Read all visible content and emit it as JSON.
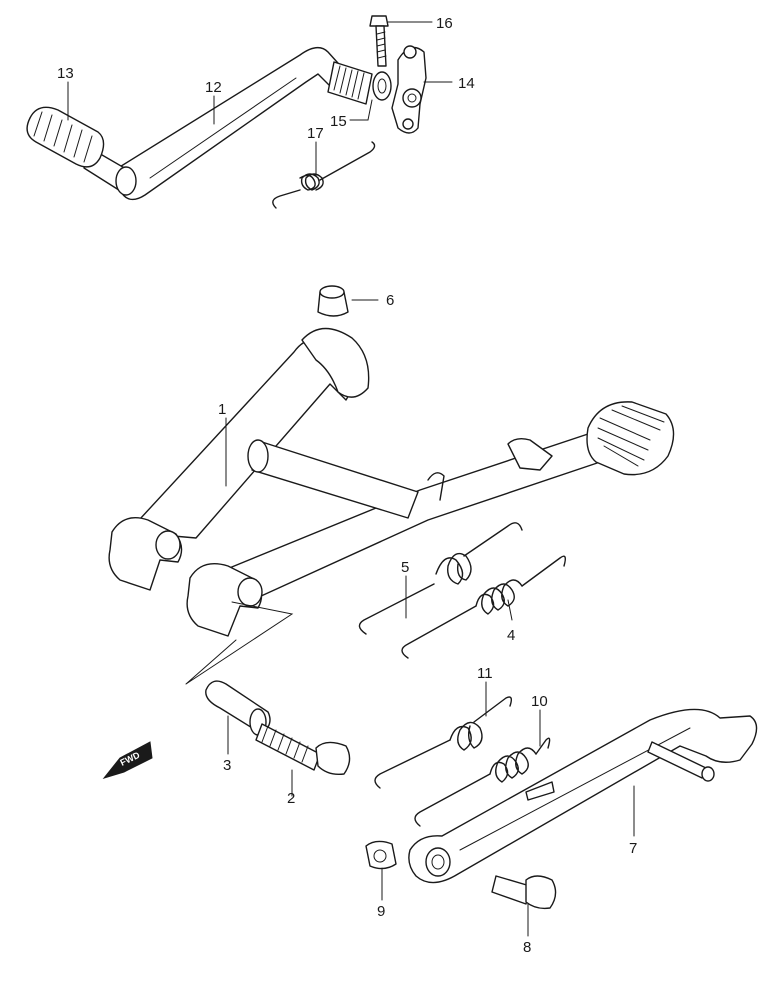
{
  "diagram": {
    "direction_marker": "FWD",
    "parts": [
      {
        "ref": "1"
      },
      {
        "ref": "2"
      },
      {
        "ref": "3"
      },
      {
        "ref": "4"
      },
      {
        "ref": "5"
      },
      {
        "ref": "6"
      },
      {
        "ref": "7"
      },
      {
        "ref": "8"
      },
      {
        "ref": "9"
      },
      {
        "ref": "10"
      },
      {
        "ref": "11"
      },
      {
        "ref": "12"
      },
      {
        "ref": "13"
      },
      {
        "ref": "14"
      },
      {
        "ref": "15"
      },
      {
        "ref": "16"
      },
      {
        "ref": "17"
      }
    ]
  }
}
